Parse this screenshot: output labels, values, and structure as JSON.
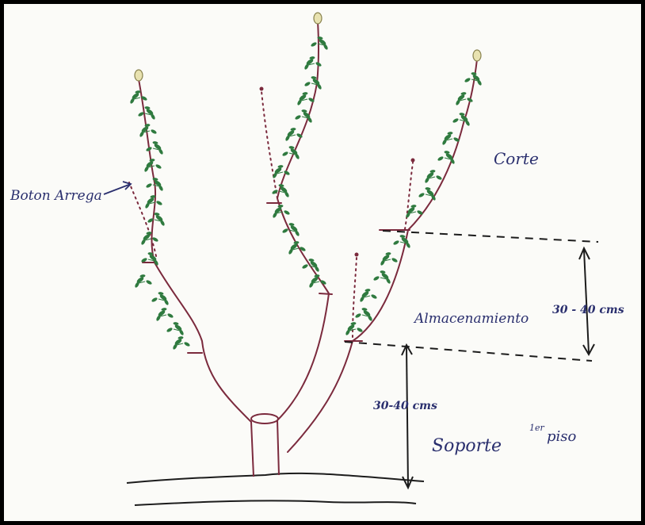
{
  "labels": {
    "bud_label": "Boton Arrega",
    "cut_label": "Corte",
    "storage_label": "Almacenamiento",
    "upper_measure": "30 - 40 cms",
    "lower_measure": "30-40 cms",
    "support_label": "Soporte",
    "tier_label": "1er piso",
    "tier_superscript": "1er",
    "tier_word": "piso"
  },
  "colors": {
    "branch": "#7b2a3d",
    "leaf": "#2f7a3f",
    "ink": "#2a2f6e",
    "dim": "#1c1c1c",
    "bud": "#e8e2b0"
  },
  "icons": {
    "bud": "flower-bud-icon",
    "leaf": "leaf-icon"
  }
}
